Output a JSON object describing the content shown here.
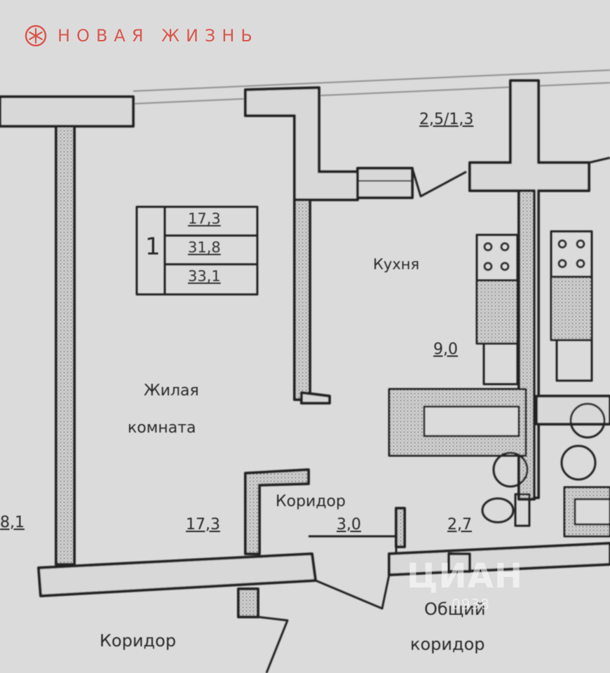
{
  "brand": {
    "name": "НОВАЯ ЖИЗНЬ",
    "icon": "snowflake-ring-icon",
    "color": "#d9574f"
  },
  "balcony_area": "2,5/1,3",
  "apartment_table": {
    "rooms": "1",
    "values": [
      "17,3",
      "31,8",
      "33,1"
    ]
  },
  "rooms": {
    "living": {
      "name_line1": "Жилая",
      "name_line2": "комната",
      "area": "17,3"
    },
    "kitchen": {
      "name": "Кухня",
      "area": "9,0"
    },
    "corridor": {
      "name": "Коридор",
      "area": "3,0"
    },
    "bathroom": {
      "area": "2,7"
    },
    "neighbor": {
      "area": "8,1"
    },
    "common_corridor": {
      "line1": "Общий",
      "line2": "коридор"
    },
    "lower_corridor": {
      "name": "Коридор"
    }
  },
  "watermark": {
    "logo": "ЦИАН",
    "id": "0938"
  }
}
